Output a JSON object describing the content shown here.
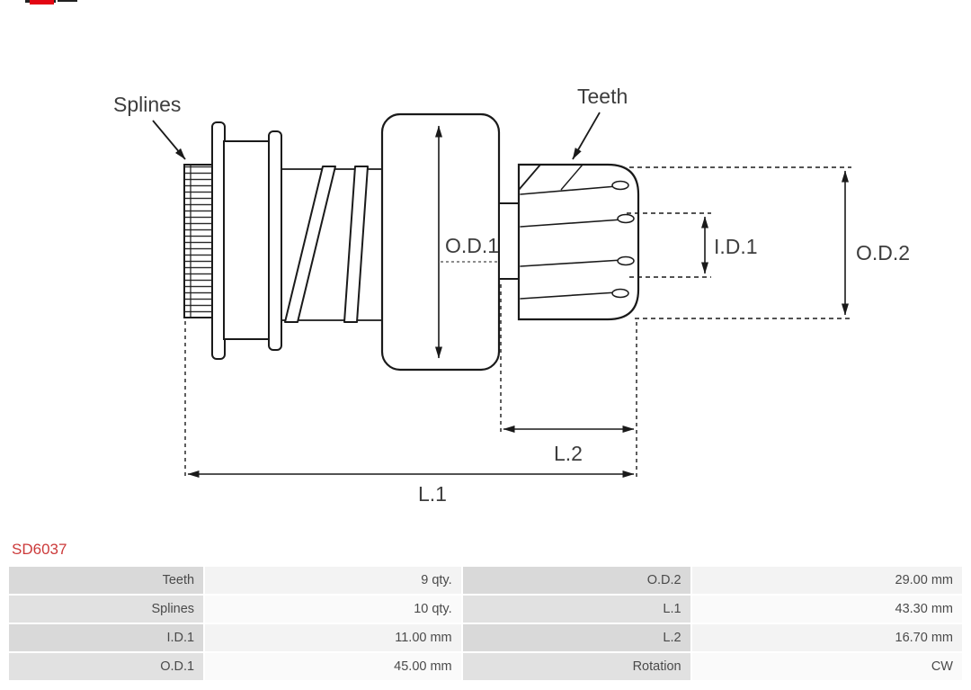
{
  "brand": {
    "logo_fragment_colors": [
      "#e30613",
      "#222222"
    ]
  },
  "part": {
    "code": "SD6037",
    "code_color": "#cc3a3a"
  },
  "diagram": {
    "line_color": "#1a1a1a",
    "label_color": "#3d3d3d",
    "labels": {
      "splines": "Splines",
      "teeth": "Teeth",
      "od1": "O.D.1",
      "id1": "I.D.1",
      "od2": "O.D.2",
      "l1": "L.1",
      "l2": "L.2"
    }
  },
  "specs": {
    "rows": [
      {
        "label1": "Teeth",
        "value1": "9 qty.",
        "label2": "O.D.2",
        "value2": "29.00 mm"
      },
      {
        "label1": "Splines",
        "value1": "10 qty.",
        "label2": "L.1",
        "value2": "43.30 mm"
      },
      {
        "label1": "I.D.1",
        "value1": "11.00 mm",
        "label2": "L.2",
        "value2": "16.70 mm"
      },
      {
        "label1": "O.D.1",
        "value1": "45.00 mm",
        "label2": "Rotation",
        "value2": "CW"
      }
    ]
  }
}
